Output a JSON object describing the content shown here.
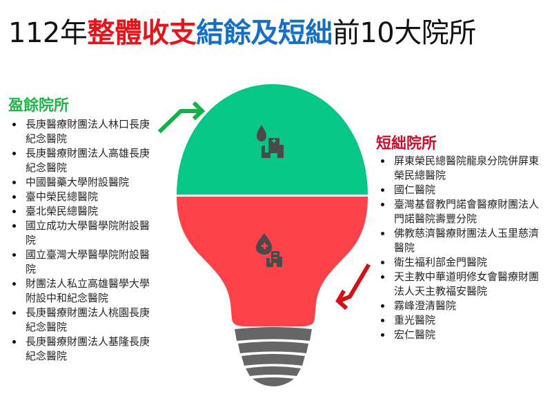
{
  "title": {
    "prefix": "112年",
    "red_part": "整體收支",
    "blue_part": "結餘及短絀",
    "suffix": "前10大院所"
  },
  "surplus": {
    "heading": "盈餘院所",
    "color": "#1fb54a",
    "items": [
      "長庚醫療財團法人林口長庚紀念醫院",
      "長庚醫療財團法人高雄長庚紀念醫院",
      "中國醫藥大學附設醫院",
      "臺中榮民總醫院",
      "臺北榮民總醫院",
      "國立成功大學醫學院附設醫院",
      "國立臺灣大學醫學院附設醫院",
      "財團法人私立高雄醫學大學附設中和紀念醫院",
      "長庚醫療財團法人桃園長庚紀念醫院",
      "長庚醫療財團法人基隆長庚紀念醫院"
    ]
  },
  "deficit": {
    "heading": "短絀院所",
    "color": "#c8102e",
    "items": [
      "屏東榮民總醫院龍泉分院併屏東榮民總醫院",
      "國仁醫院",
      "臺灣基督教門諾會醫療財團法人門諾醫院壽豐分院",
      "佛教慈濟醫療財團法人玉里慈濟醫院",
      "衛生福利部金門醫院",
      "天主教中華道明修女會醫療財團法人天主教福安醫院",
      "霧峰澄清醫院",
      "重光醫院",
      "宏仁醫院"
    ]
  },
  "bulb": {
    "top_color": "#07c787",
    "bottom_color": "#fd4349",
    "base_color": "#666666",
    "icon_color": "#4a4a4a",
    "top_icon": "hospital-drop-icon",
    "bottom_icon": "hospital-drop-plus-icon"
  },
  "arrows": {
    "surplus_arrow_color": "#14b14a",
    "deficit_arrow_color": "#d50f16"
  }
}
